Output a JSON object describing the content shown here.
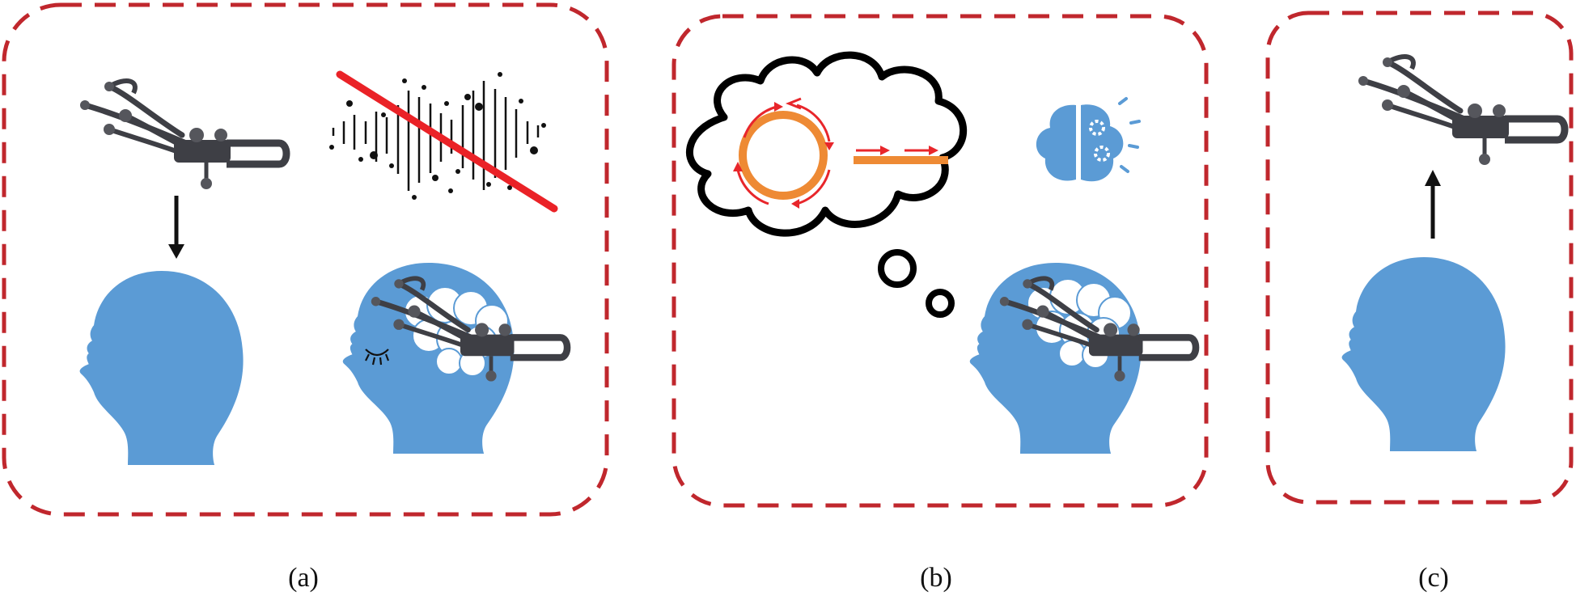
{
  "panels": [
    {
      "caption": "(a)",
      "description_icons": [
        "eeg-headset-icon",
        "down-arrow-icon",
        "head-silhouette-icon",
        "noise-signal-icon",
        "prohibit-slash-icon",
        "head-with-headset-eyes-closed-icon"
      ]
    },
    {
      "caption": "(b)",
      "description_icons": [
        "thought-cloud-icon",
        "rotation-circle-icon",
        "linear-motion-bar-icon",
        "brain-gears-icon",
        "head-with-headset-icon"
      ]
    },
    {
      "caption": "(c)",
      "description_icons": [
        "eeg-headset-icon",
        "up-arrow-icon",
        "head-silhouette-icon"
      ]
    }
  ],
  "colors": {
    "frame": "#c0272d",
    "head": "#5b9bd5",
    "headset": "#3e3f45",
    "arrow_red": "#e8262b",
    "orange": "#ee8a34",
    "slash": "#ea2227"
  }
}
